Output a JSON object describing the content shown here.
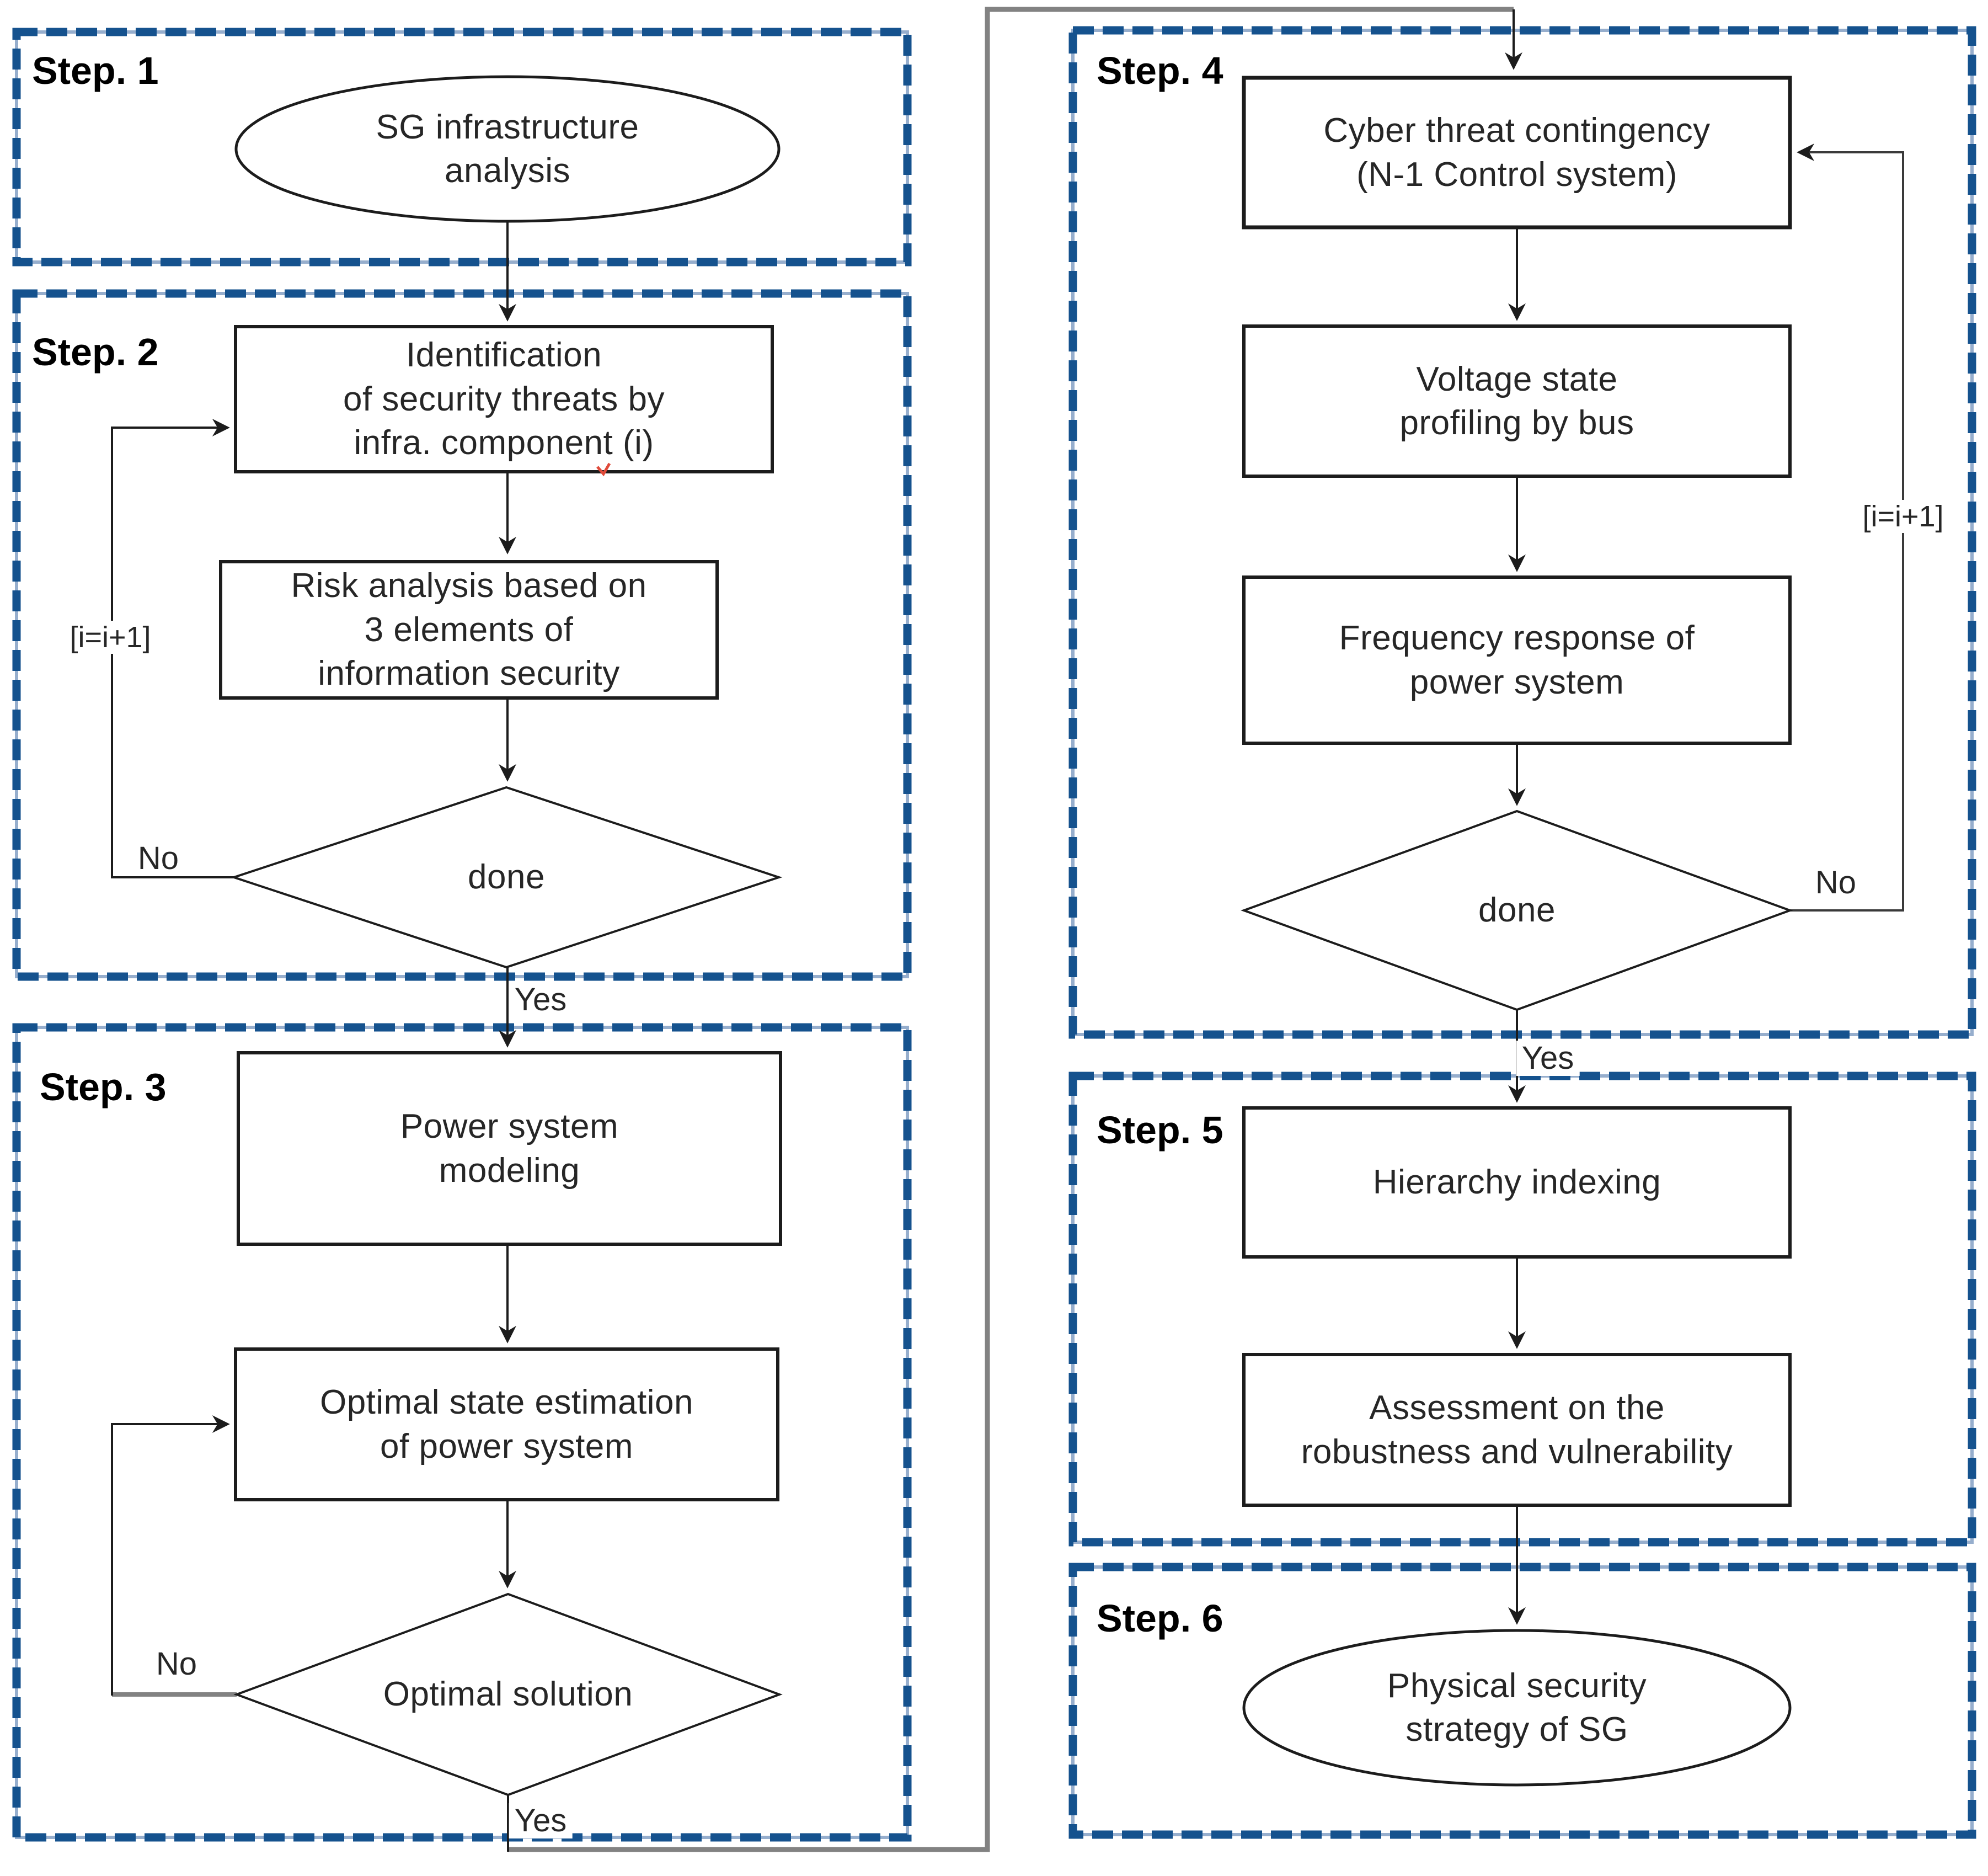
{
  "diagram_type": "flowchart",
  "colors": {
    "step_border_blue": "#15528e",
    "step_border_gap_blue": "#96aecd",
    "connector_gray": "#828282",
    "shape_stroke": "#1c1c1c",
    "text": "#262626",
    "background": "#ffffff",
    "artifact_red": "#e04a3a"
  },
  "steps": {
    "step1": {
      "label": "Step. 1"
    },
    "step2": {
      "label": "Step. 2"
    },
    "step3": {
      "label": "Step. 3"
    },
    "step4": {
      "label": "Step. 4"
    },
    "step5": {
      "label": "Step. 5"
    },
    "step6": {
      "label": "Step. 6"
    }
  },
  "nodes": {
    "sg_infrastructure_analysis": {
      "shape": "terminator-ellipse",
      "lines": [
        "SG infrastructure",
        "analysis"
      ]
    },
    "identification": {
      "shape": "process",
      "lines": [
        "Identification",
        "of security threats by",
        "infra. component (i)"
      ]
    },
    "risk_analysis": {
      "shape": "process",
      "lines": [
        "Risk analysis based on",
        "3 elements of",
        "information security"
      ]
    },
    "done_step2": {
      "shape": "decision",
      "label": "done"
    },
    "power_system_modeling": {
      "shape": "process",
      "lines": [
        "Power system",
        "modeling"
      ]
    },
    "optimal_state_estimation": {
      "shape": "process",
      "lines": [
        "Optimal state estimation",
        "of power system"
      ]
    },
    "optimal_solution": {
      "shape": "decision",
      "label": "Optimal solution"
    },
    "cyber_threat_contingency": {
      "shape": "process",
      "lines": [
        "Cyber threat contingency",
        "(N-1 Control system)"
      ]
    },
    "voltage_state_profiling": {
      "shape": "process",
      "lines": [
        "Voltage state",
        "profiling by bus"
      ]
    },
    "frequency_response": {
      "shape": "process",
      "lines": [
        "Frequency response of",
        "power system"
      ]
    },
    "done_step4": {
      "shape": "decision",
      "label": "done"
    },
    "hierarchy_indexing": {
      "shape": "process",
      "lines": [
        "Hierarchy indexing"
      ]
    },
    "assessment_robustness": {
      "shape": "process",
      "lines": [
        "Assessment on the",
        "robustness and vulnerability"
      ]
    },
    "physical_security_strategy": {
      "shape": "terminator-ellipse",
      "lines": [
        "Physical security",
        "strategy of SG"
      ]
    }
  },
  "edge_labels": {
    "step2_no": "No",
    "step2_iter": "[i=i+1]",
    "step2_yes": "Yes",
    "step3_no": "No",
    "step3_yes": "Yes",
    "step4_no": "No",
    "step4_iter": "[i=i+1]",
    "step4_yes": "Yes"
  }
}
